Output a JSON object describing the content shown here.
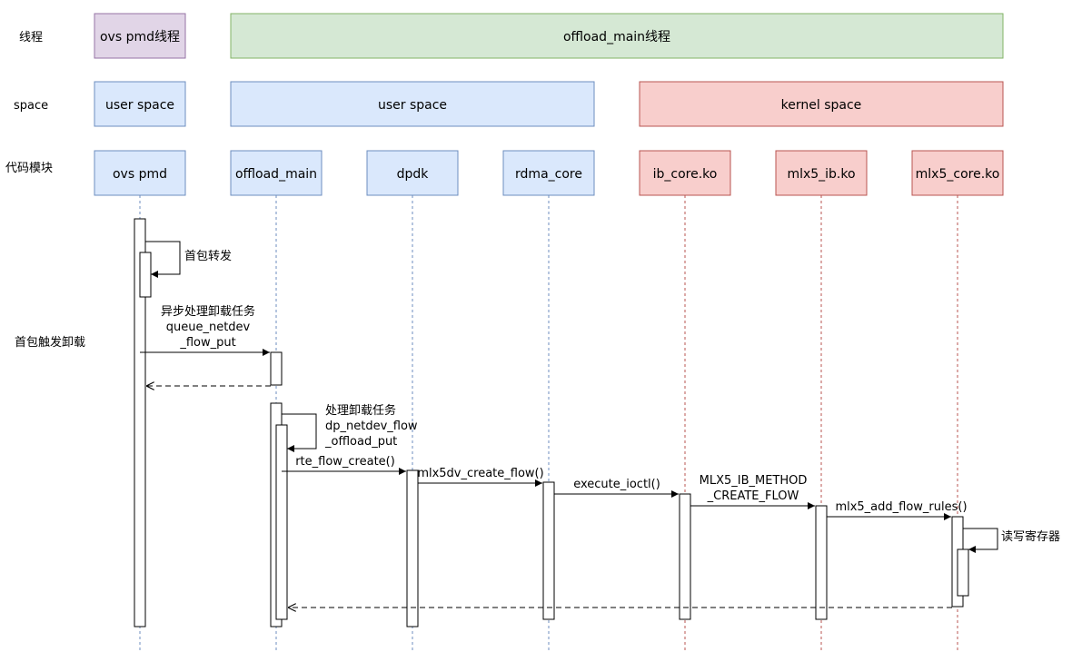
{
  "rows": {
    "thread": "线程",
    "space": "space",
    "module": "代码模块",
    "trigger": "首包触发卸载"
  },
  "threads": {
    "pmd": "ovs pmd线程",
    "offload": "offload_main线程"
  },
  "spaces": {
    "pmd_user": "user space",
    "user": "user space",
    "kernel": "kernel space"
  },
  "modules": {
    "ovs_pmd": "ovs pmd",
    "offload_main": "offload_main",
    "dpdk": "dpdk",
    "rdma_core": "rdma_core",
    "ib_core": "ib_core.ko",
    "mlx5_ib": "mlx5_ib.ko",
    "mlx5_core": "mlx5_core.ko"
  },
  "messages": {
    "first_pkt_fwd": "首包转发",
    "async_task": "异步处理卸载任务",
    "queue_put_1": "queue_netdev",
    "queue_put_2": "_flow_put",
    "process_task": "处理卸载任务",
    "dp_offload_1": "dp_netdev_flow",
    "dp_offload_2": "_offload_put",
    "rte_flow_create": "rte_flow_create()",
    "mlx5dv_create_flow": "mlx5dv_create_flow()",
    "execute_ioctl": "execute_ioctl()",
    "ib_method_1": "MLX5_IB_METHOD",
    "ib_method_2": "_CREATE_FLOW",
    "add_flow_rules": "mlx5_add_flow_rules()",
    "rw_registers": "读写寄存器"
  },
  "colors": {
    "user_fill": "#dae8fc",
    "user_stroke": "#6c8ebf",
    "kernel_fill": "#f8cecc",
    "kernel_stroke": "#b85450",
    "offload_thread_fill": "#d5e8d4",
    "pmd_thread_fill": "#e1d5e7"
  }
}
